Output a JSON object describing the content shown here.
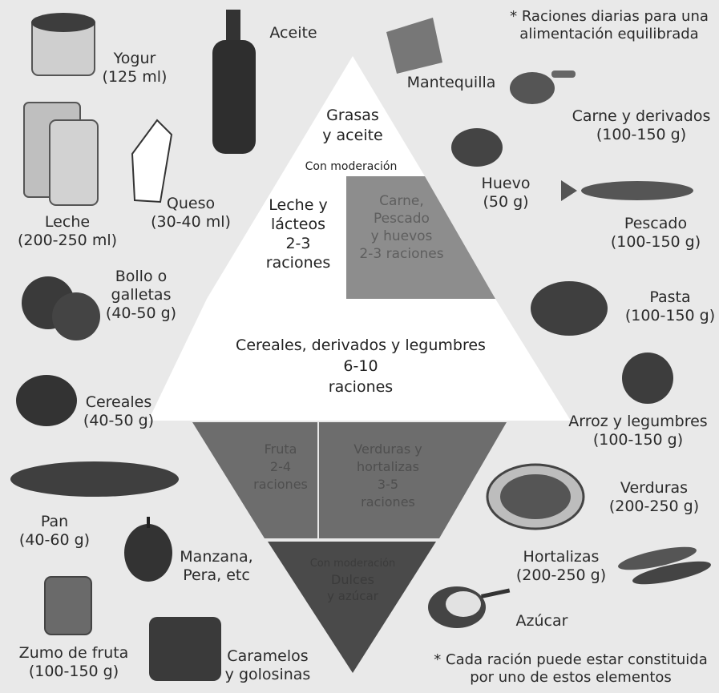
{
  "notes": {
    "top": [
      "* Raciones diarias para una",
      "alimentación equilibrada"
    ],
    "bottom": [
      "* Cada ración puede estar constituida",
      "por uno de estos elementos"
    ]
  },
  "pyramid": {
    "fats": {
      "lines": [
        "Grasas",
        "y aceite"
      ],
      "note": "Con moderación"
    },
    "dairy": {
      "lines": [
        "Leche y",
        "lácteos",
        "2-3",
        "raciones"
      ]
    },
    "protein": {
      "lines": [
        "Carne,",
        "Pescado",
        "y huevos",
        "2-3 raciones"
      ]
    },
    "cereals": {
      "lines": [
        "Cereales, derivados y legumbres",
        "6-10",
        "raciones"
      ]
    },
    "fruit": {
      "lines": [
        "Fruta",
        "2-4",
        "raciones"
      ]
    },
    "vegetables": {
      "lines": [
        "Verduras y",
        "hortalizas",
        "3-5",
        "raciones"
      ]
    },
    "sweets": {
      "lines": [
        "Con moderación",
        "Dulces",
        "y azúcar"
      ]
    }
  },
  "foods": {
    "aceite": {
      "lines": [
        "Aceite"
      ]
    },
    "yogur": {
      "lines": [
        "Yogur",
        "(125 ml)"
      ]
    },
    "mantequilla": {
      "lines": [
        "Mantequilla"
      ]
    },
    "carne": {
      "lines": [
        "Carne y derivados",
        "(100-150 g)"
      ]
    },
    "leche": {
      "lines": [
        "Leche",
        "(200-250 ml)"
      ]
    },
    "queso": {
      "lines": [
        "Queso",
        "(30-40 ml)"
      ]
    },
    "huevo": {
      "lines": [
        "Huevo",
        "(50 g)"
      ]
    },
    "pescado": {
      "lines": [
        "Pescado",
        "(100-150 g)"
      ]
    },
    "bollo": {
      "lines": [
        "Bollo o",
        "galletas",
        "(40-50 g)"
      ]
    },
    "pasta": {
      "lines": [
        "Pasta",
        "(100-150 g)"
      ]
    },
    "cereales": {
      "lines": [
        "Cereales",
        "(40-50 g)"
      ]
    },
    "arroz": {
      "lines": [
        "Arroz y legumbres",
        "(100-150 g)"
      ]
    },
    "verduras": {
      "lines": [
        "Verduras",
        "(200-250 g)"
      ]
    },
    "pan": {
      "lines": [
        "Pan",
        "(40-60 g)"
      ]
    },
    "manzana": {
      "lines": [
        "Manzana,",
        "Pera, etc"
      ]
    },
    "hortalizas": {
      "lines": [
        "Hortalizas",
        "(200-250 g)"
      ]
    },
    "azucar": {
      "lines": [
        "Azúcar"
      ]
    },
    "zumo": {
      "lines": [
        "Zumo de fruta",
        "(100-150 g)"
      ]
    },
    "caramelos": {
      "lines": [
        "Caramelos",
        "y golosinas"
      ]
    }
  }
}
